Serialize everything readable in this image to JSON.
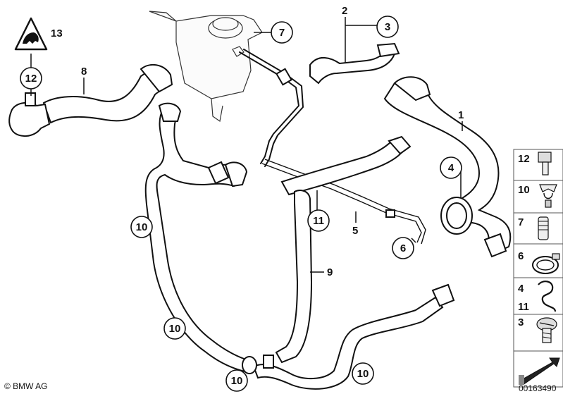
{
  "callouts": {
    "c13": "13",
    "c12": "12",
    "c8": "8",
    "c7": "7",
    "c2": "2",
    "c3": "3",
    "c1": "1",
    "c4": "4",
    "c10a": "10",
    "c11": "11",
    "c5": "5",
    "c6": "6",
    "c9": "9",
    "c10b": "10",
    "c10c": "10",
    "c10d": "10"
  },
  "side_panel": {
    "items": [
      "12",
      "10",
      "7",
      "6",
      "4",
      "11",
      "3"
    ]
  },
  "footer": {
    "brand": "© BMW AG",
    "diagram_number": "00163490"
  }
}
